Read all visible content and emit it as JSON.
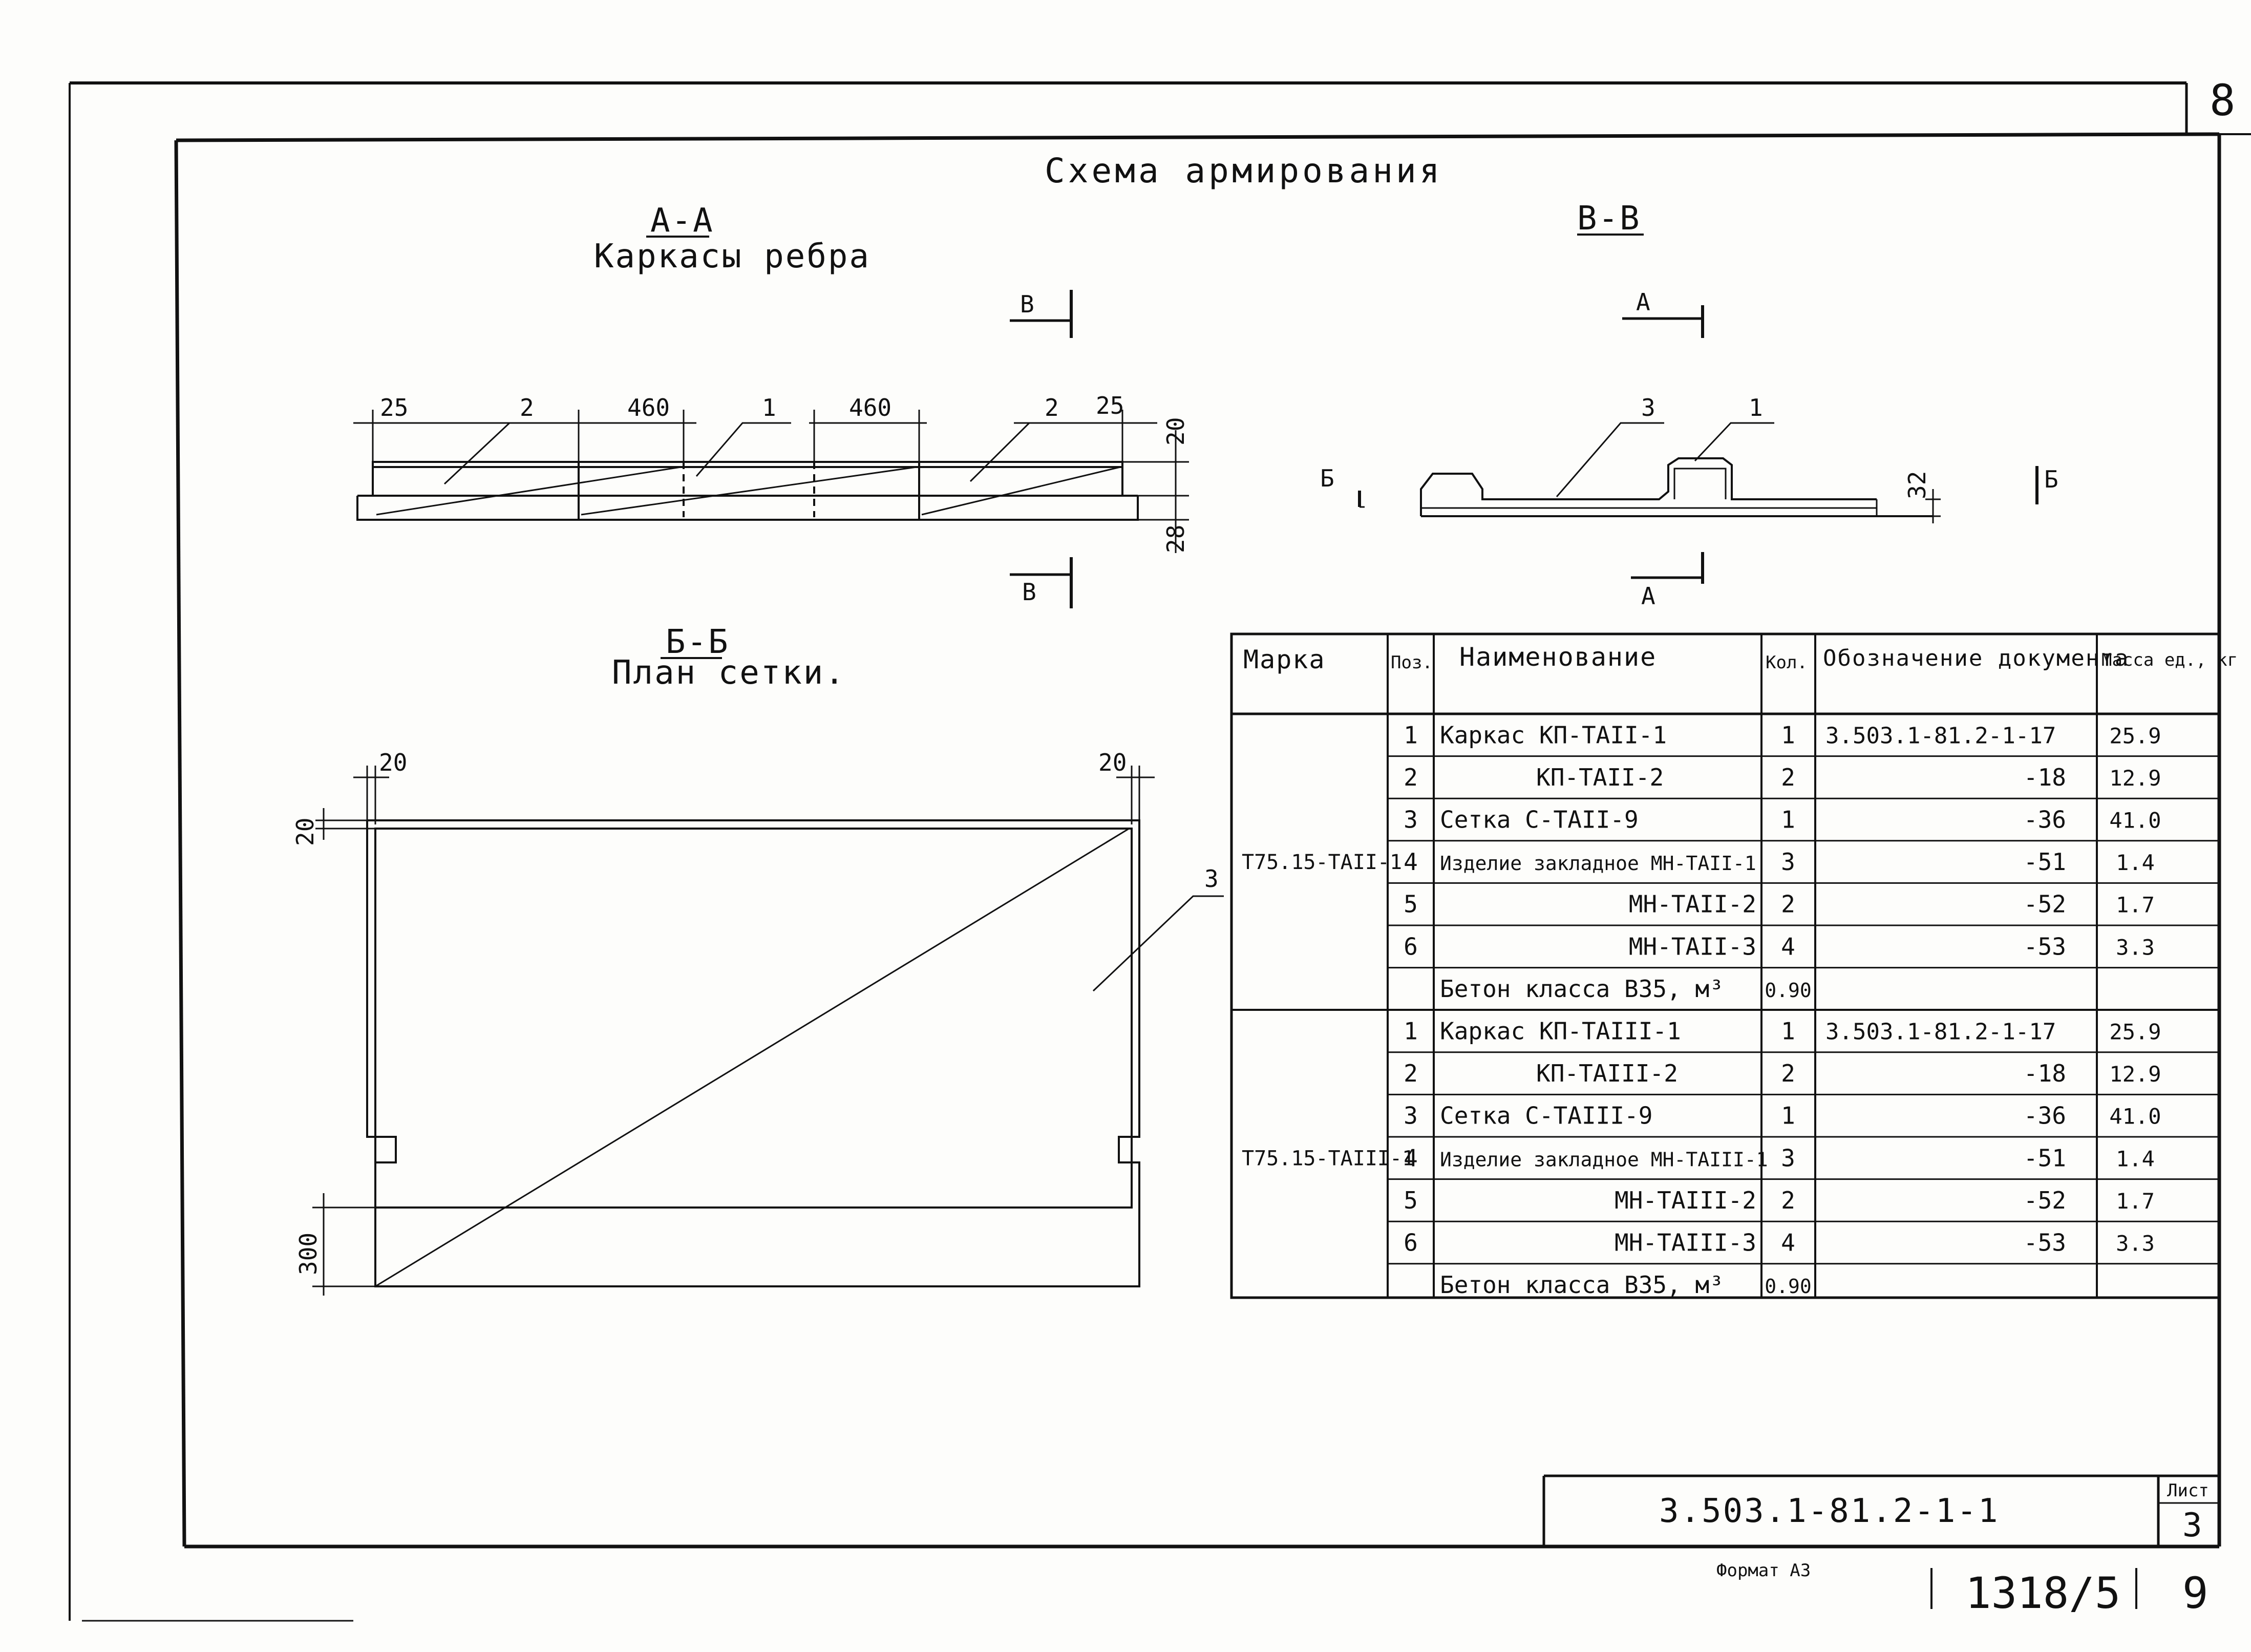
{
  "sheet": {
    "page_number_top": "8",
    "page_number_bottom": "9",
    "archive_number": "1318/5",
    "format_note": "Формат А3",
    "title_block_code": "3.503.1-81.2-1-1",
    "title_block_sheet_label": "Лист",
    "title_block_sheet_number": "3"
  },
  "drawing": {
    "main_title": "Схема армирования",
    "section_aa": {
      "label": "А-А",
      "subtitle": "Каркасы ребра"
    },
    "section_vv": {
      "label": "В-В"
    },
    "section_bb": {
      "label": "Б-Б",
      "subtitle": "План сетки."
    },
    "cut_marks": {
      "v": "В",
      "a": "А",
      "b": "Б"
    },
    "dims_aa": {
      "d25_left": "25",
      "d460_a": "460",
      "d460_b": "460",
      "d25_right": "25",
      "d20": "20",
      "d28": "28"
    },
    "pos_aa": {
      "p2_left": "2",
      "p1": "1",
      "p2_right": "2"
    },
    "dims_vv": {
      "d32": "32"
    },
    "pos_vv": {
      "p3": "3",
      "p1": "1"
    },
    "dims_bb": {
      "d20_left": "20",
      "d20_right": "20",
      "d20_vert": "20",
      "d300": "300"
    },
    "pos_bb": {
      "p3": "3"
    }
  },
  "spec_table": {
    "headers": {
      "marka": "Марка",
      "poz": "Поз.",
      "name": "Наименование",
      "qty": "Кол.",
      "doc": "Обозначение документа",
      "mass": "Масса ед., кг"
    },
    "groups": [
      {
        "marka": "Т75.15-ТАII-1",
        "rows": [
          {
            "poz": "1",
            "name": "Каркас КП-ТАII-1",
            "qty": "1",
            "doc": "3.503.1-81.2-1-17",
            "mass": "25.9"
          },
          {
            "poz": "2",
            "name": "КП-ТАII-2",
            "qty": "2",
            "doc": "-18",
            "mass": "12.9"
          },
          {
            "poz": "3",
            "name": "Сетка С-ТАII-9",
            "qty": "1",
            "doc": "-36",
            "mass": "41.0"
          },
          {
            "poz": "4",
            "name": "Изделие закладное МН-ТАII-1",
            "qty": "3",
            "doc": "-51",
            "mass": "1.4"
          },
          {
            "poz": "5",
            "name": "МН-ТАII-2",
            "qty": "2",
            "doc": "-52",
            "mass": "1.7"
          },
          {
            "poz": "6",
            "name": "МН-ТАII-3",
            "qty": "4",
            "doc": "-53",
            "mass": "3.3"
          },
          {
            "poz": "",
            "name": "Бетон класса В35, м³",
            "qty": "0.90",
            "doc": "",
            "mass": ""
          }
        ]
      },
      {
        "marka": "Т75.15-ТАIII-1",
        "rows": [
          {
            "poz": "1",
            "name": "Каркас КП-ТАIII-1",
            "qty": "1",
            "doc": "3.503.1-81.2-1-17",
            "mass": "25.9"
          },
          {
            "poz": "2",
            "name": "КП-ТАIII-2",
            "qty": "2",
            "doc": "-18",
            "mass": "12.9"
          },
          {
            "poz": "3",
            "name": "Сетка С-ТАIII-9",
            "qty": "1",
            "doc": "-36",
            "mass": "41.0"
          },
          {
            "poz": "4",
            "name": "Изделие закладное МН-ТАIII-1",
            "qty": "3",
            "doc": "-51",
            "mass": "1.4"
          },
          {
            "poz": "5",
            "name": "МН-ТАIII-2",
            "qty": "2",
            "doc": "-52",
            "mass": "1.7"
          },
          {
            "poz": "6",
            "name": "МН-ТАIII-3",
            "qty": "4",
            "doc": "-53",
            "mass": "3.3"
          },
          {
            "poz": "",
            "name": "Бетон класса В35, м³",
            "qty": "0.90",
            "doc": "",
            "mass": ""
          }
        ]
      }
    ]
  }
}
